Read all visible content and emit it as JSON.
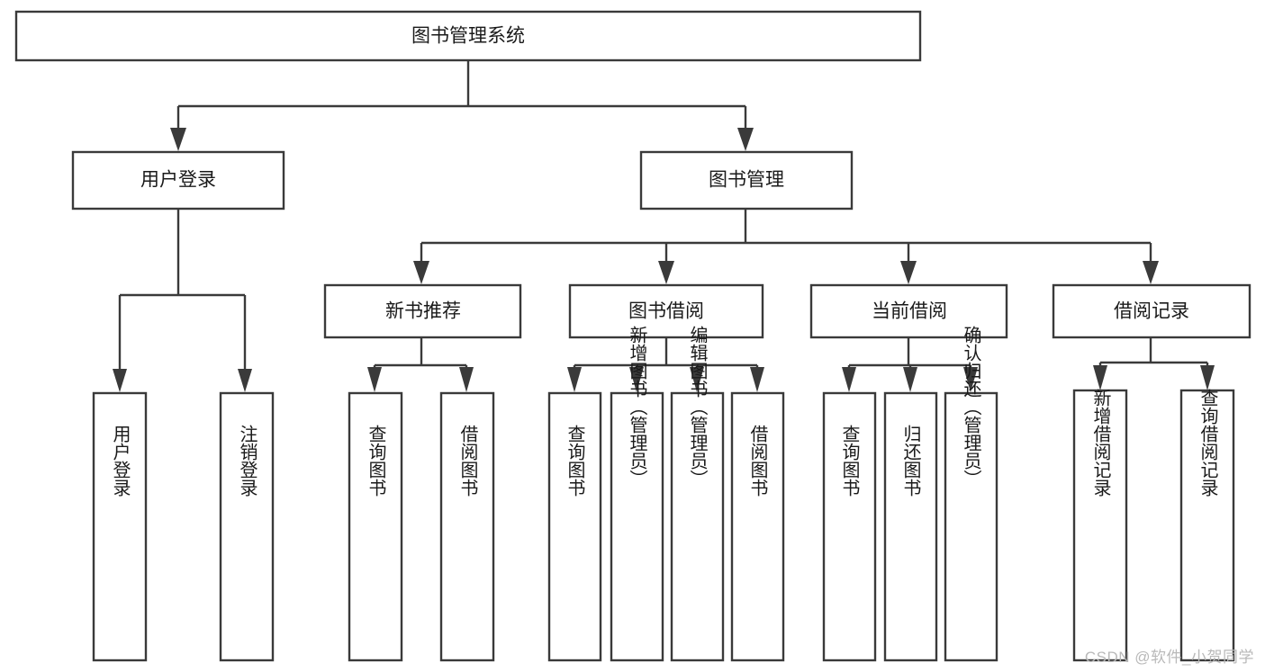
{
  "diagram": {
    "title": "图书管理系统",
    "type": "tree-hierarchy-diagram",
    "colors": {
      "box_stroke": "#3a3a3a",
      "box_fill": "#ffffff",
      "text": "#1a1a1a",
      "background": "#ffffff",
      "watermark": "#b9b9b9"
    },
    "root": {
      "label": "图书管理系统"
    },
    "level2": [
      {
        "label": "用户登录"
      },
      {
        "label": "图书管理"
      }
    ],
    "level3": [
      {
        "label": "新书推荐"
      },
      {
        "label": "图书借阅"
      },
      {
        "label": "当前借阅"
      },
      {
        "label": "借阅记录"
      }
    ],
    "leaves": {
      "user_login": [
        {
          "label": "用户登录"
        },
        {
          "label": "注销登录"
        }
      ],
      "new_book_recommend": [
        {
          "label": "查询图书"
        },
        {
          "label": "借阅图书"
        }
      ],
      "book_borrow": [
        {
          "label": "查询图书"
        },
        {
          "label": "新增图书（管理员）"
        },
        {
          "label": "编辑图书（管理员）"
        },
        {
          "label": "借阅图书"
        }
      ],
      "current_borrow": [
        {
          "label": "查询图书"
        },
        {
          "label": "归还图书"
        },
        {
          "label": "确认归还（管理员）"
        }
      ],
      "borrow_record": [
        {
          "label": "新增借阅记录"
        },
        {
          "label": "查询借阅记录"
        }
      ]
    }
  },
  "watermark": {
    "text": "CSDN @软件_小贺同学"
  }
}
